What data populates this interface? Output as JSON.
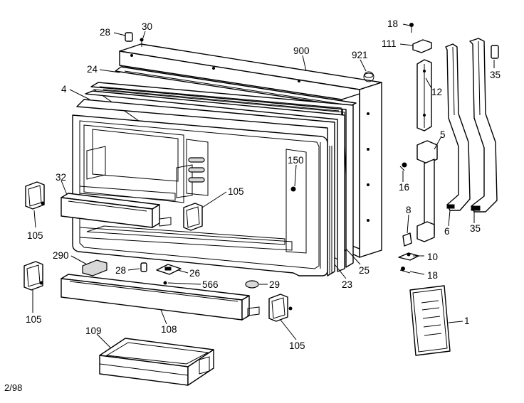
{
  "diagram": {
    "date_code": "2/98",
    "callouts": [
      {
        "id": "c28a",
        "label": "28"
      },
      {
        "id": "c30",
        "label": "30"
      },
      {
        "id": "c900",
        "label": "900"
      },
      {
        "id": "c921",
        "label": "921"
      },
      {
        "id": "c18a",
        "label": "18"
      },
      {
        "id": "c111",
        "label": "111"
      },
      {
        "id": "c35a",
        "label": "35"
      },
      {
        "id": "c24",
        "label": "24"
      },
      {
        "id": "c4",
        "label": "4"
      },
      {
        "id": "c12",
        "label": "12"
      },
      {
        "id": "c5",
        "label": "5"
      },
      {
        "id": "c150",
        "label": "150"
      },
      {
        "id": "c32",
        "label": "32"
      },
      {
        "id": "c105a",
        "label": "105"
      },
      {
        "id": "c16",
        "label": "16"
      },
      {
        "id": "c105b",
        "label": "105"
      },
      {
        "id": "c8",
        "label": "8"
      },
      {
        "id": "c6",
        "label": "6"
      },
      {
        "id": "c35b",
        "label": "35"
      },
      {
        "id": "c290",
        "label": "290"
      },
      {
        "id": "c28b",
        "label": "28"
      },
      {
        "id": "c26",
        "label": "26"
      },
      {
        "id": "c10",
        "label": "10"
      },
      {
        "id": "c25",
        "label": "25"
      },
      {
        "id": "c18b",
        "label": "18"
      },
      {
        "id": "c566",
        "label": "566"
      },
      {
        "id": "c29",
        "label": "29"
      },
      {
        "id": "c23",
        "label": "23"
      },
      {
        "id": "c105c",
        "label": "105"
      },
      {
        "id": "c108",
        "label": "108"
      },
      {
        "id": "c1",
        "label": "1"
      },
      {
        "id": "c105d",
        "label": "105"
      },
      {
        "id": "c109",
        "label": "109"
      }
    ]
  }
}
